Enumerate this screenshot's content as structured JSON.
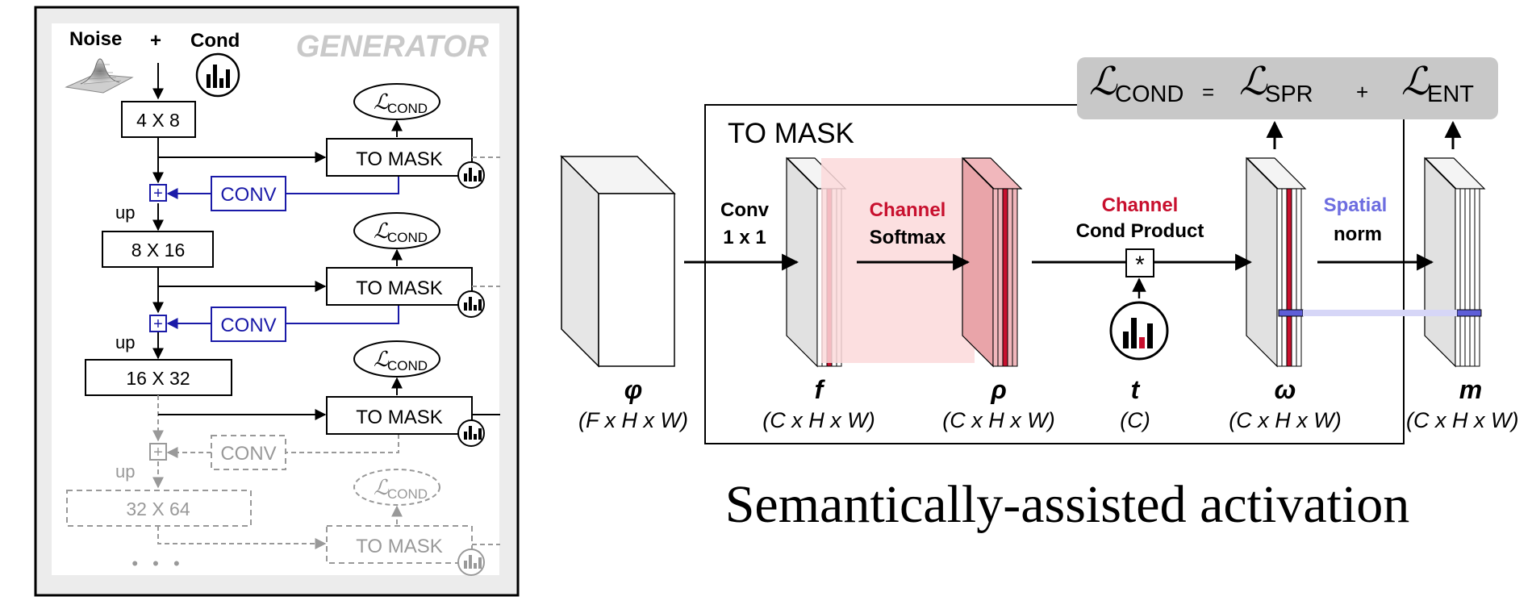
{
  "generator": {
    "title": "GENERATOR",
    "noise_label": "Noise",
    "plus_label": "+",
    "cond_label": "Cond",
    "up_label": "up",
    "conv_label": "CONV",
    "to_mask_label": "TO MASK",
    "loss_main": "ℒ",
    "loss_sub": "COND",
    "sizes": [
      "4 X 8",
      "8 X 16",
      "16 X 32",
      "32 X 64"
    ],
    "ellipsis": "• • •",
    "add_symbol": "+"
  },
  "to_mask_detail": {
    "box_title": "TO MASK",
    "loss_equation": {
      "l": "ℒ",
      "cond": "COND",
      "eq": "=",
      "spr": "SPR",
      "plus": "+",
      "ent": "ENT"
    },
    "conv_line1": "Conv",
    "conv_line2": "1 x 1",
    "channel_softmax_red": "Channel",
    "channel_softmax_black": "Softmax",
    "channel_cond_red": "Channel",
    "channel_cond_black": "Cond Product",
    "spatial_blue": "Spatial",
    "spatial_black": "norm",
    "product_symbol": "*",
    "tensors": [
      {
        "symbol": "φ",
        "dims": "(F x H x W)"
      },
      {
        "symbol": "f",
        "dims": "(C x H x W)"
      },
      {
        "symbol": "ρ",
        "dims": "(C x H x W)"
      },
      {
        "symbol": "t",
        "dims": "(C)"
      },
      {
        "symbol": "ω",
        "dims": "(C x H x W)"
      },
      {
        "symbol": "m",
        "dims": "(C x H x W)"
      }
    ]
  },
  "caption": "Semantically-assisted activation",
  "colors": {
    "red": "#c8102e",
    "blue": "#1a1aa8",
    "spatial_blue": "#6d6de0",
    "grey": "#999999",
    "loss_bar": "#c8c8c8"
  }
}
